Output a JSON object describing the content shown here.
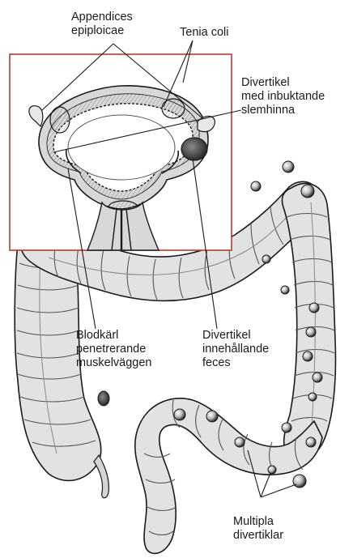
{
  "labels": {
    "appendices": [
      "Appendices",
      "epiploicae"
    ],
    "tenia": [
      "Tenia coli"
    ],
    "divertikel_inbuktande": [
      "Divertikel",
      "med inbuktande",
      "slemhinna"
    ],
    "blodkarl": [
      "Blodkärl",
      "penetrerande",
      "muskelväggen"
    ],
    "divertikel_feces": [
      "Divertikel",
      "innehållande",
      "feces"
    ],
    "multipla": [
      "Multipla",
      "divertiklar"
    ]
  },
  "colors": {
    "frame": "#c0392b",
    "ink": "#1a1a1a",
    "tissue": "#dcdcdc",
    "shadow": "#9a9a9a"
  }
}
